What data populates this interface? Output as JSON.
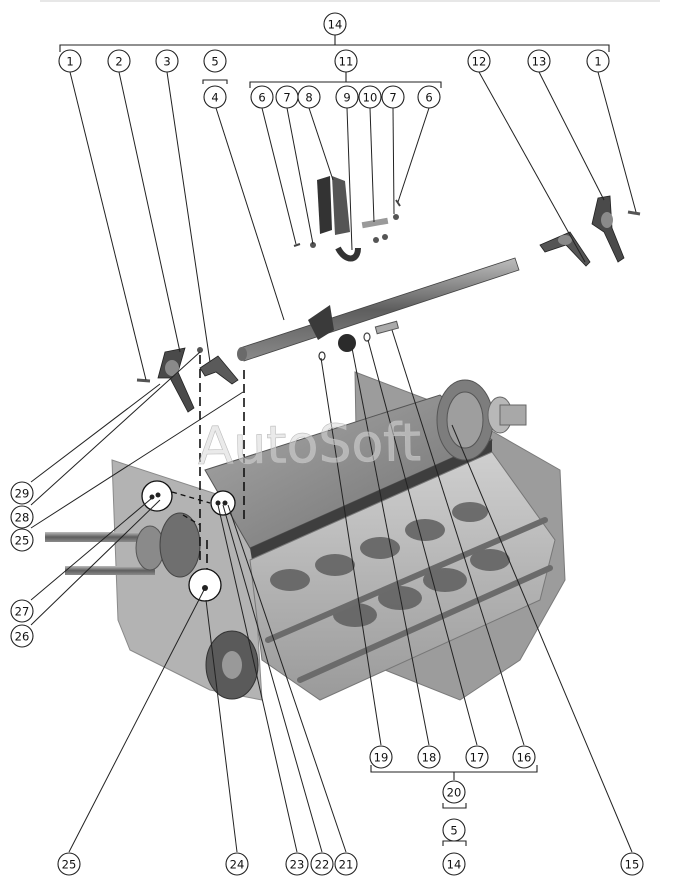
{
  "watermark": "AutoSoft",
  "callouts": [
    {
      "id": "top-14",
      "label": "14"
    },
    {
      "id": "c1-left",
      "label": "1"
    },
    {
      "id": "c2",
      "label": "2"
    },
    {
      "id": "c3",
      "label": "3"
    },
    {
      "id": "c5-top",
      "label": "5"
    },
    {
      "id": "c4",
      "label": "4"
    },
    {
      "id": "c11",
      "label": "11"
    },
    {
      "id": "c6-a",
      "label": "6"
    },
    {
      "id": "c7-a",
      "label": "7"
    },
    {
      "id": "c8",
      "label": "8"
    },
    {
      "id": "c9",
      "label": "9"
    },
    {
      "id": "c10",
      "label": "10"
    },
    {
      "id": "c7-b",
      "label": "7"
    },
    {
      "id": "c6-b",
      "label": "6"
    },
    {
      "id": "c12",
      "label": "12"
    },
    {
      "id": "c13",
      "label": "13"
    },
    {
      "id": "c1-right",
      "label": "1"
    },
    {
      "id": "c29",
      "label": "29"
    },
    {
      "id": "c28",
      "label": "28"
    },
    {
      "id": "c25-a",
      "label": "25"
    },
    {
      "id": "c27",
      "label": "27"
    },
    {
      "id": "c26",
      "label": "26"
    },
    {
      "id": "c19",
      "label": "19"
    },
    {
      "id": "c18",
      "label": "18"
    },
    {
      "id": "c17",
      "label": "17"
    },
    {
      "id": "c16",
      "label": "16"
    },
    {
      "id": "c20",
      "label": "20"
    },
    {
      "id": "c5-bottom",
      "label": "5"
    },
    {
      "id": "c14-bottom",
      "label": "14"
    },
    {
      "id": "c25-b",
      "label": "25"
    },
    {
      "id": "c24",
      "label": "24"
    },
    {
      "id": "c23",
      "label": "23"
    },
    {
      "id": "c22",
      "label": "22"
    },
    {
      "id": "c21",
      "label": "21"
    },
    {
      "id": "c15",
      "label": "15"
    }
  ]
}
